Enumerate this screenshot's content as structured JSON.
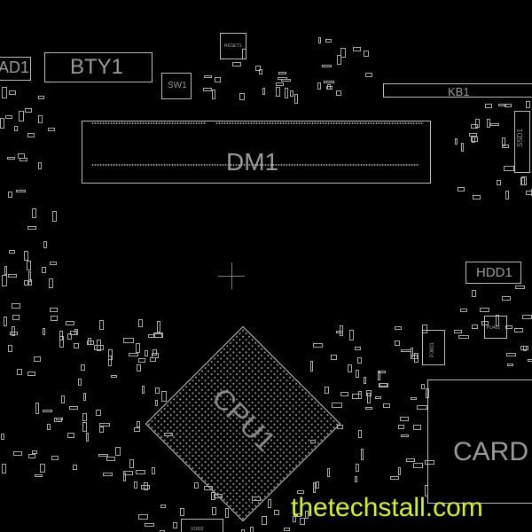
{
  "components": {
    "ad1": "AD1",
    "bty1": "BTY1",
    "sw1": "SW1",
    "reset1": "RESET1",
    "kb1": "KB1",
    "ssd1": "SSD1",
    "dm1": "DM1",
    "hdd1": "HDD1",
    "cpu1": "CPU1",
    "card": "CARD",
    "pu401": "PU401",
    "pj601": "PJ601",
    "x1802": "X1802"
  },
  "watermark": "thetechstall.com",
  "colors": {
    "background": "#000000",
    "outline": "#bdbdbd",
    "watermark": "#d4f21f",
    "cursor": "#c06060"
  }
}
